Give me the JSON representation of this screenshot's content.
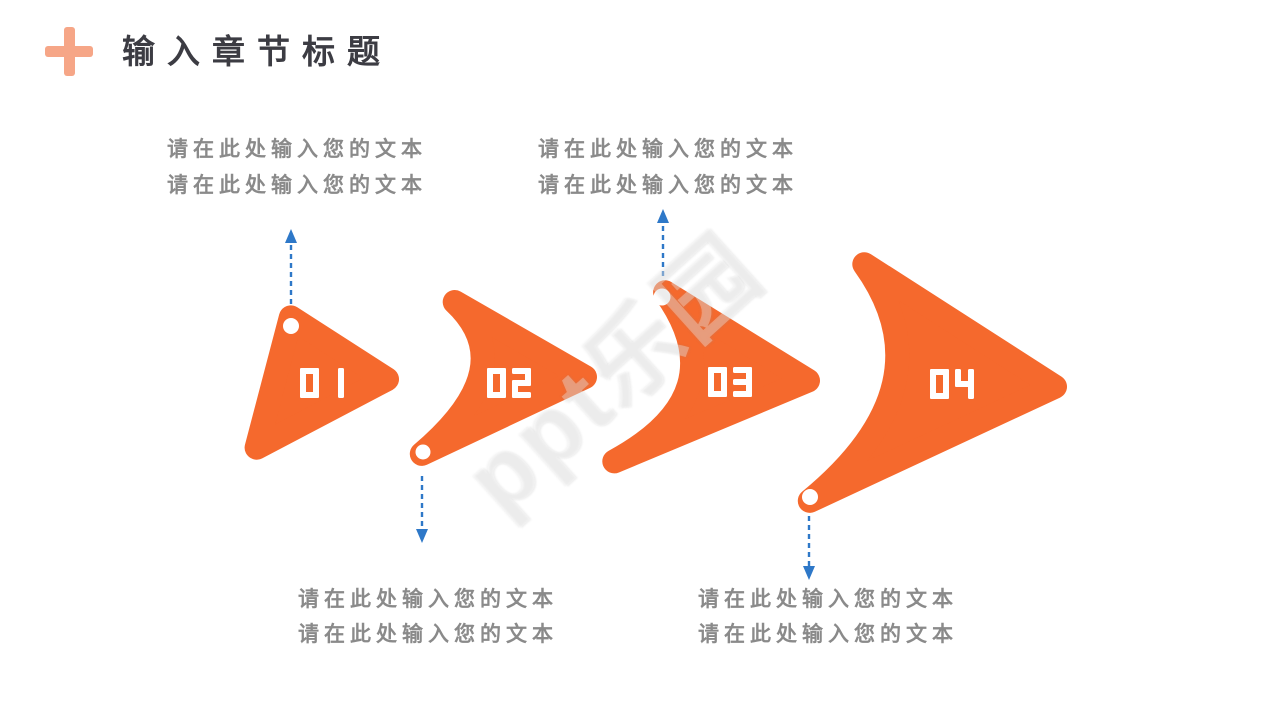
{
  "slide": {
    "header": {
      "title": "输入章节标题"
    },
    "watermark_text": "ppt乐园",
    "colors": {
      "shape_orange": "#F5692D",
      "icon_salmon": "#F6A687",
      "arrow_blue": "#2E78C8",
      "placeholder_gray": "#8A8A8A",
      "title_dark": "#3C3C43",
      "number_white": "#FFFFFF",
      "bg_white": "#FFFFFF"
    },
    "steps": [
      {
        "number": "01",
        "text_position": "above",
        "arrow_direction": "up",
        "text_lines": [
          "请在此处输入您的文本",
          "请在此处输入您的文本"
        ]
      },
      {
        "number": "02",
        "text_position": "below",
        "arrow_direction": "down",
        "text_lines": [
          "请在此处输入您的文本",
          "请在此处输入您的文本"
        ]
      },
      {
        "number": "03",
        "text_position": "above",
        "arrow_direction": "up",
        "text_lines": [
          "请在此处输入您的文本",
          "请在此处输入您的文本"
        ]
      },
      {
        "number": "04",
        "text_position": "below",
        "arrow_direction": "down",
        "text_lines": [
          "请在此处输入您的文本",
          "请在此处输入您的文本"
        ]
      }
    ]
  }
}
